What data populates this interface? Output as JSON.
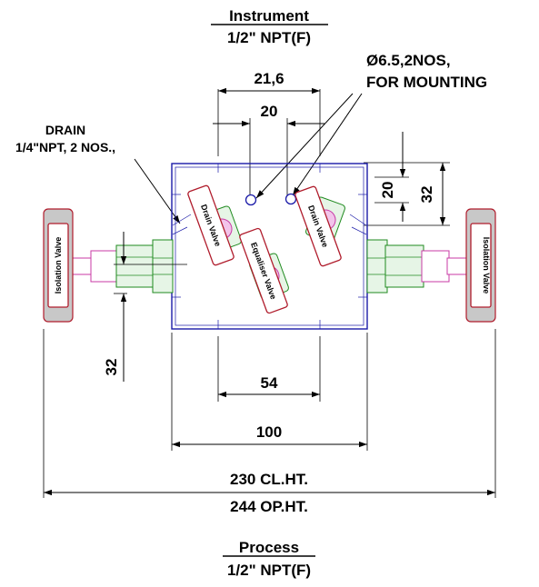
{
  "connections": {
    "top_title": "Instrument",
    "top_thread": "1/2\" NPT(F)",
    "bottom_title": "Process",
    "bottom_thread": "1/2\" NPT(F)"
  },
  "notes": {
    "mounting_line1": "Ø6.5,2NOS,",
    "mounting_line2": "FOR MOUNTING",
    "drain_line1": "DRAIN",
    "drain_line2": "1/4\"NPT, 2 NOS.,"
  },
  "dimensions": {
    "top_outer": "21,6",
    "top_inner": "20",
    "right_small": "20",
    "right_large": "32",
    "left_vertical": "32",
    "bottom_54": "54",
    "bottom_100": "100",
    "overall_cl": "230 CL.HT.",
    "overall_op": "244 OP.HT."
  },
  "valves": {
    "left_isolation": "Isolation Valve",
    "right_isolation": "Isolation Valve",
    "drain_left": "Drain Valve",
    "drain_right": "Drain Valve",
    "equaliser": "Equaliser Valve"
  }
}
